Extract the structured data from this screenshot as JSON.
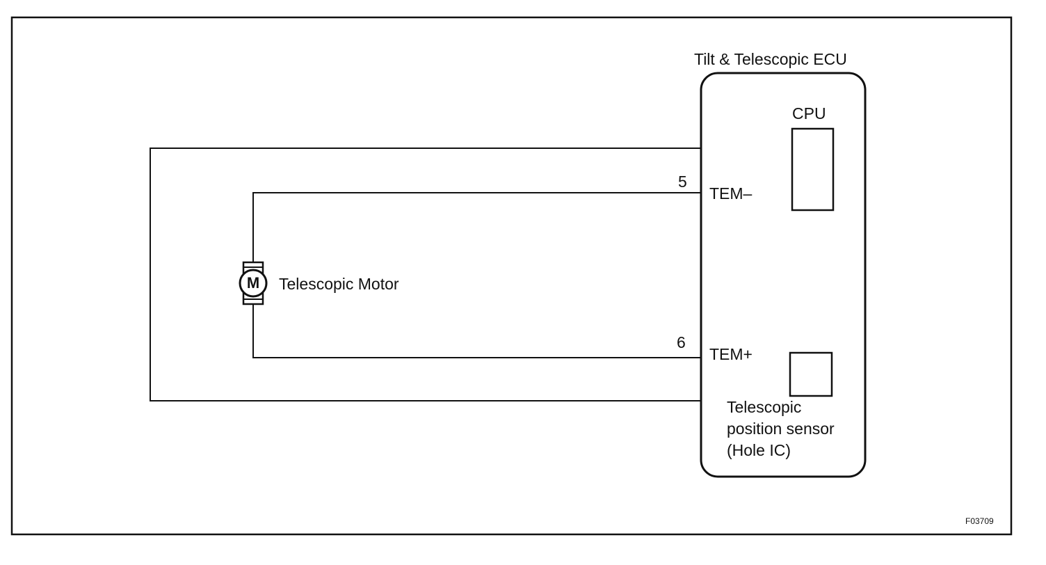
{
  "diagram": {
    "ecu": {
      "title": "Tilt & Telescopic ECU",
      "cpu_label": "CPU",
      "sensor_label_lines": [
        "Telescopic",
        "position sensor",
        "(Hole IC)"
      ]
    },
    "motor": {
      "symbol": "M",
      "label": "Telescopic Motor"
    },
    "terminals": [
      {
        "pin": "5",
        "name": "TEM–"
      },
      {
        "pin": "6",
        "name": "TEM+"
      }
    ],
    "figure_code": "F03709"
  },
  "colors": {
    "line": "#111111",
    "background": "#ffffff"
  }
}
